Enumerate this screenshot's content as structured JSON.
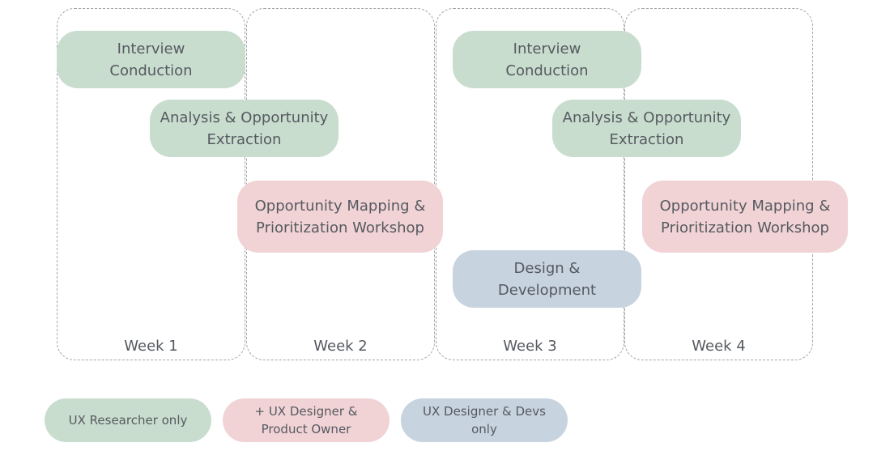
{
  "colors": {
    "researcher": "#c9ddcf",
    "designer_owner": "#f1d3d6",
    "designer_devs": "#c8d3e0"
  },
  "weeks": [
    {
      "label": "Week 1"
    },
    {
      "label": "Week 2"
    },
    {
      "label": "Week 3"
    },
    {
      "label": "Week 4"
    }
  ],
  "tasks": [
    {
      "label": "Interview\nConduction",
      "role": "researcher"
    },
    {
      "label": "Analysis & Opportunity\nExtraction",
      "role": "researcher"
    },
    {
      "label": "Opportunity Mapping &\nPrioritization Workshop",
      "role": "designer_owner"
    },
    {
      "label": "Interview\nConduction",
      "role": "researcher"
    },
    {
      "label": "Analysis & Opportunity\nExtraction",
      "role": "researcher"
    },
    {
      "label": "Opportunity Mapping &\nPrioritization Workshop",
      "role": "designer_owner"
    },
    {
      "label": "Design &\nDevelopment",
      "role": "designer_devs"
    }
  ],
  "legend": [
    {
      "label": "UX Researcher only",
      "role": "researcher"
    },
    {
      "label": "+ UX Designer &\nProduct Owner",
      "role": "designer_owner"
    },
    {
      "label": "UX Designer & Devs\nonly",
      "role": "designer_devs"
    }
  ]
}
